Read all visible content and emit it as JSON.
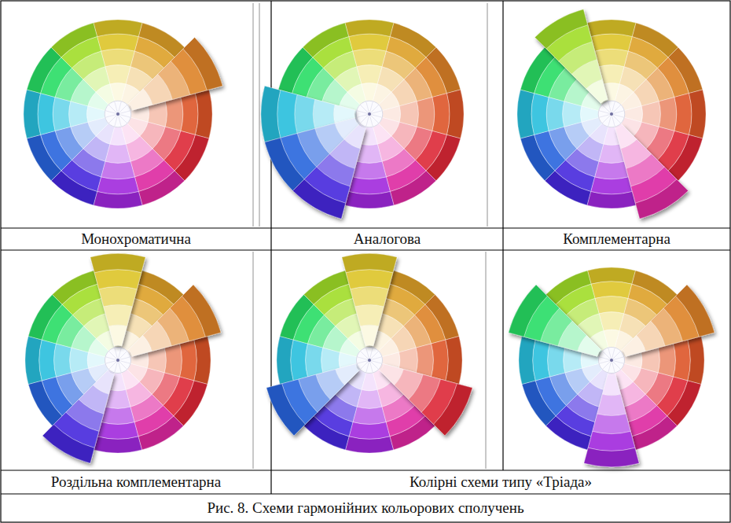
{
  "diagram": {
    "caption": "Рис. 8. Схеми гармонійних кольорових сполучень",
    "labels": [
      "Монохроматична",
      "Аналогова",
      "Комплементарна",
      "Роздільна комплементарна",
      "Колірні схеми типу «Тріада»"
    ]
  }
}
